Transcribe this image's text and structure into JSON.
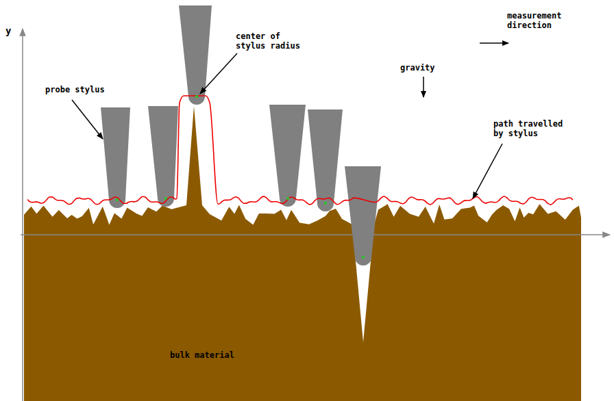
{
  "diagram": {
    "labels": [
      "y",
      "probe stylus",
      "center of stylus radius",
      "measurement direction",
      "gravity",
      "path travelled by stylus",
      "bulk material"
    ]
  }
}
